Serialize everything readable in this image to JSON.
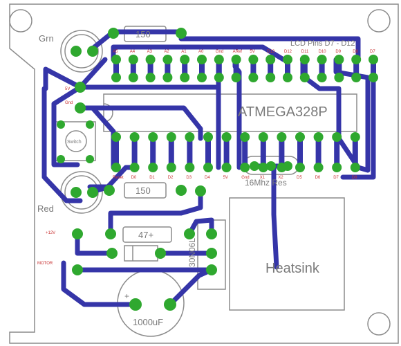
{
  "labels": {
    "grn": "Grn",
    "red": "Red",
    "lcd": "LCD Pins D7 - D12",
    "chip": "ATMEGA328P",
    "switch": "Switch",
    "res_top": "150",
    "res_bottom": "150",
    "cap_small": "47+",
    "crystal": "16Mhz Res",
    "heatsink": "Heatsink",
    "regulator": "30N06L",
    "cap_big": "1000uF",
    "v12": "+12V",
    "motor": "MOTOR",
    "plus": "+"
  },
  "pins_top": [
    "A5",
    "A4",
    "A3",
    "A2",
    "A1",
    "A0",
    "Gnd",
    "ARef",
    "5V",
    "D13",
    "D12",
    "D11",
    "D10",
    "D9",
    "D8",
    "D7"
  ],
  "pins_bottom": [
    "Reset",
    "D0",
    "D1",
    "D2",
    "D3",
    "D4",
    "5V",
    "Gnd",
    "X1",
    "X2",
    "D5",
    "D6",
    "D7",
    "D8"
  ],
  "pins_left": [
    "5V",
    "Gnd"
  ],
  "colors": {
    "copper": "#3535a8",
    "pad": "#2fa82f",
    "silk": "#8c8c8c",
    "pin_text": "#c83232"
  }
}
